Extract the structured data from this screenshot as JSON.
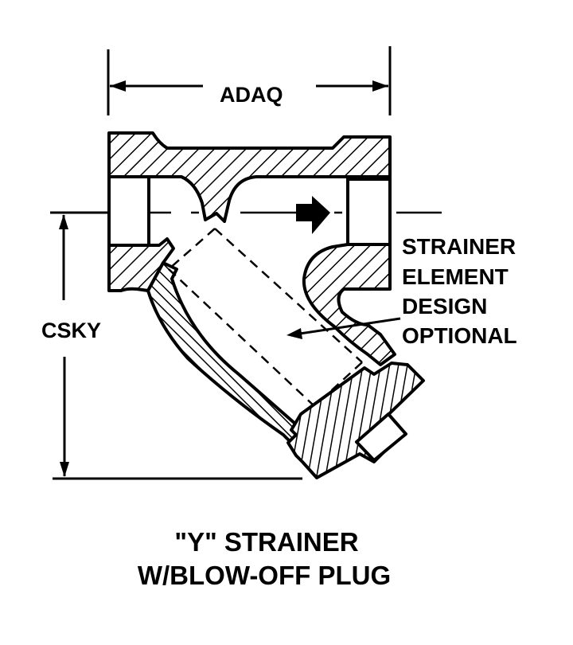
{
  "diagram": {
    "title_lines": [
      "\"Y\" STRAINER",
      "W/BLOW-OFF PLUG"
    ],
    "dimensions": {
      "width_label": "ADAQ",
      "height_label": "CSKY"
    },
    "callout": {
      "lines": [
        "STRAINER",
        "ELEMENT",
        "DESIGN",
        "OPTIONAL"
      ]
    },
    "flow_direction": "left-to-right",
    "colors": {
      "ink": "#000000",
      "paper": "#ffffff"
    }
  }
}
